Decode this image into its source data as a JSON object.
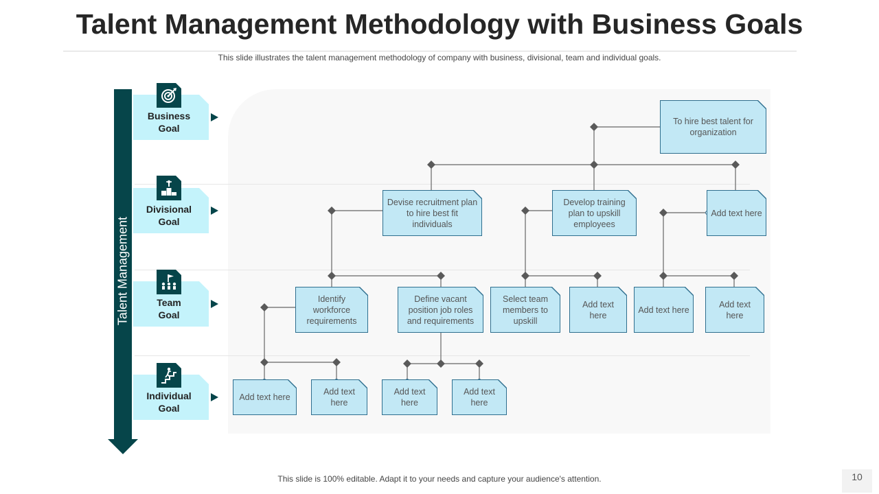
{
  "title": "Talent Management Methodology with Business Goals",
  "subtitle": "This slide illustrates the talent management  methodology of company with business, divisional,  team and individual  goals.",
  "vertical_label": "Talent Management",
  "levels": [
    {
      "label_line1": "Business",
      "label_line2": "Goal",
      "icon": "target-icon"
    },
    {
      "label_line1": "Divisional",
      "label_line2": "Goal",
      "icon": "podium-icon"
    },
    {
      "label_line1": "Team",
      "label_line2": "Goal",
      "icon": "team-flag-icon"
    },
    {
      "label_line1": "Individual",
      "label_line2": "Goal",
      "icon": "climb-stairs-icon"
    }
  ],
  "nodes": {
    "business": "To hire best talent for organization",
    "div_recruitment": "Devise  recruitment plan to hire best fit individuals",
    "div_training": "Develop  training plan to upskill employees",
    "div_add": "Add text here",
    "team_identify": "Identify workforce requirements",
    "team_define": "Define vacant position job roles and requirements",
    "team_select": "Select team members to upskill",
    "team_add1": "Add text here",
    "team_add2": "Add text here",
    "team_add3": "Add text here",
    "ind_add1": "Add text here",
    "ind_add2": "Add text here",
    "ind_add3": "Add text here",
    "ind_add4": "Add text here"
  },
  "footer": "This slide is 100% editable. Adapt it to your needs and capture your audience's attention.",
  "page_number": "10",
  "colors": {
    "dark_teal": "#06454a",
    "level_card": "#c4f3fb",
    "node_fill": "#c2e8f5",
    "node_border": "#2e6e8e",
    "connector": "#666666"
  }
}
